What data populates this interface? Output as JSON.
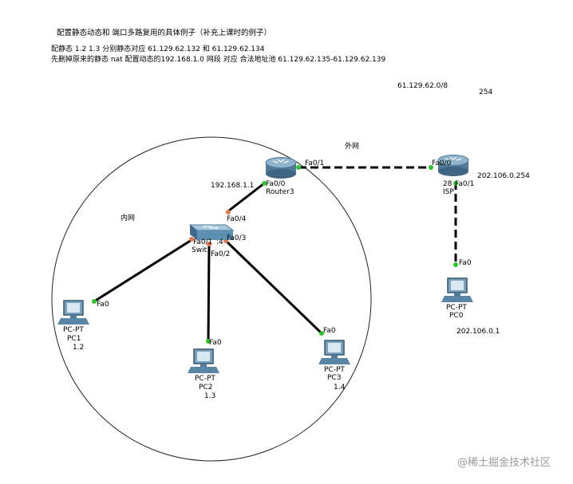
{
  "header": {
    "title": "配置静态动态和 端口多路复用的具体例子（补充上课时的例子）",
    "line1": "配静态 1.2  1.3 分别静态对应 61.129.62.132 和  61.129.62.134",
    "line2": "先删掉原来的静态 nat 配置动态的192.168.1.0 网段 对应 合法地址池 61.129.62.135-61.129.62.139"
  },
  "annotations": {
    "public_net": "61.129.62.0/8",
    "public_254": "254",
    "inside_zone": "内网",
    "outside_zone": "外网",
    "router_inside_ip": "192.168.1.1",
    "isp_outside_ip": "202.106.0.254",
    "pc0_ip": "202.106.0.1",
    "pc1_ip": "1.2",
    "pc2_ip": "1.3",
    "pc3_ip": "1.4"
  },
  "devices": {
    "router3": {
      "name": "Router3",
      "port_up": "Fa0/1",
      "port_down": "Fa0/0",
      "hidden": "28"
    },
    "isp": {
      "name": "ISP",
      "model": "28",
      "port_left": "Fa0/0",
      "port_down": "Fa0/1"
    },
    "switch": {
      "name": "Swit",
      "port_up": "Fa0/4",
      "port_left": "Fa0/1",
      "port_sep": ":4",
      "port_right": "Fa0/3",
      "port_down": "Fa0/2"
    },
    "pc0": {
      "type": "PC-PT",
      "name": "PC0",
      "port": "Fa0"
    },
    "pc1": {
      "type": "PC-PT",
      "name": "PC1",
      "port": "Fa0"
    },
    "pc2": {
      "type": "PC-PT",
      "name": "PC2",
      "port": "Fa0"
    },
    "pc3": {
      "type": "PC-PT",
      "name": "PC3",
      "port": "Fa0"
    }
  },
  "colors": {
    "link": "#000000",
    "port_green": "#28c828",
    "port_orange": "#e8784a",
    "router_blue": "#5a86a6",
    "switch_blue": "#6a9ab8"
  },
  "watermark": "@稀土掘金技术社区"
}
